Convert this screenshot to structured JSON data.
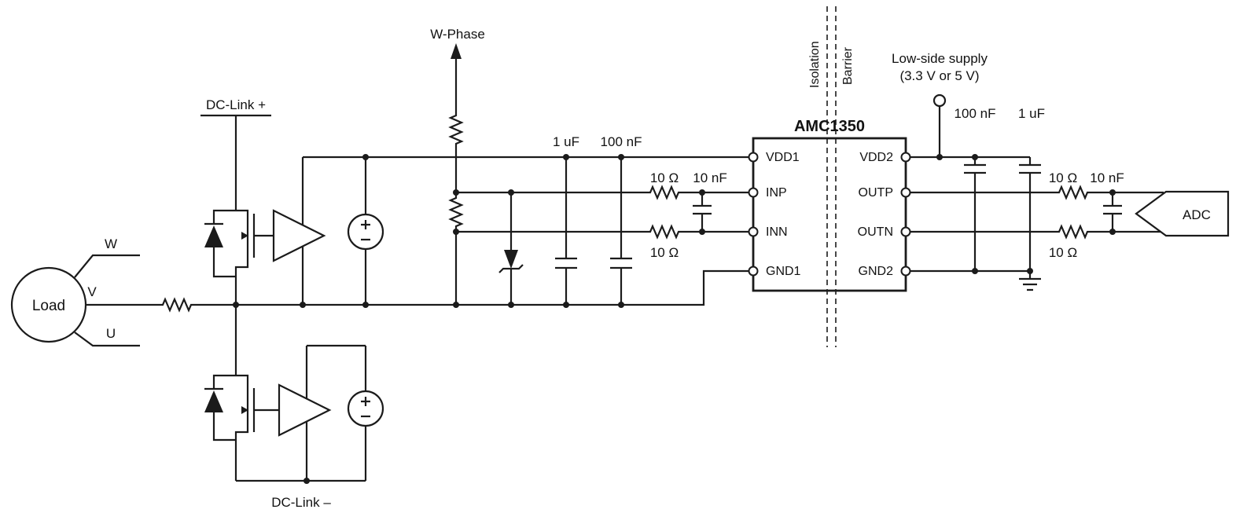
{
  "colors": {
    "ink": "#1b1b1b",
    "background": "#ffffff"
  },
  "schematic": {
    "motor": {
      "label": "Load",
      "phases": [
        "W",
        "V",
        "U"
      ]
    },
    "dc_link": {
      "plus": "DC-Link +",
      "minus": "DC-Link –"
    },
    "w_phase": {
      "label": "W-Phase"
    },
    "primary": {
      "cap_1uf": "1 uF",
      "cap_100nf": "100 nF",
      "r_inp": "10 Ω",
      "r_inn": "10 Ω",
      "c_filter": "10 nF"
    },
    "ic": {
      "title": "AMC1350",
      "pins_left": [
        "VDD1",
        "INP",
        "INN",
        "GND1"
      ],
      "pins_right": [
        "VDD2",
        "OUTP",
        "OUTN",
        "GND2"
      ]
    },
    "isolation": {
      "line1": "Isolation",
      "line2": "Barrier"
    },
    "secondary": {
      "supply_line1": "Low-side supply",
      "supply_line2": "(3.3 V or 5 V)",
      "cap_100nf": "100 nF",
      "cap_1uf": "1 uF",
      "r_outp": "10 Ω",
      "r_outn": "10 Ω",
      "c_filter": "10 nF",
      "adc": "ADC"
    }
  }
}
